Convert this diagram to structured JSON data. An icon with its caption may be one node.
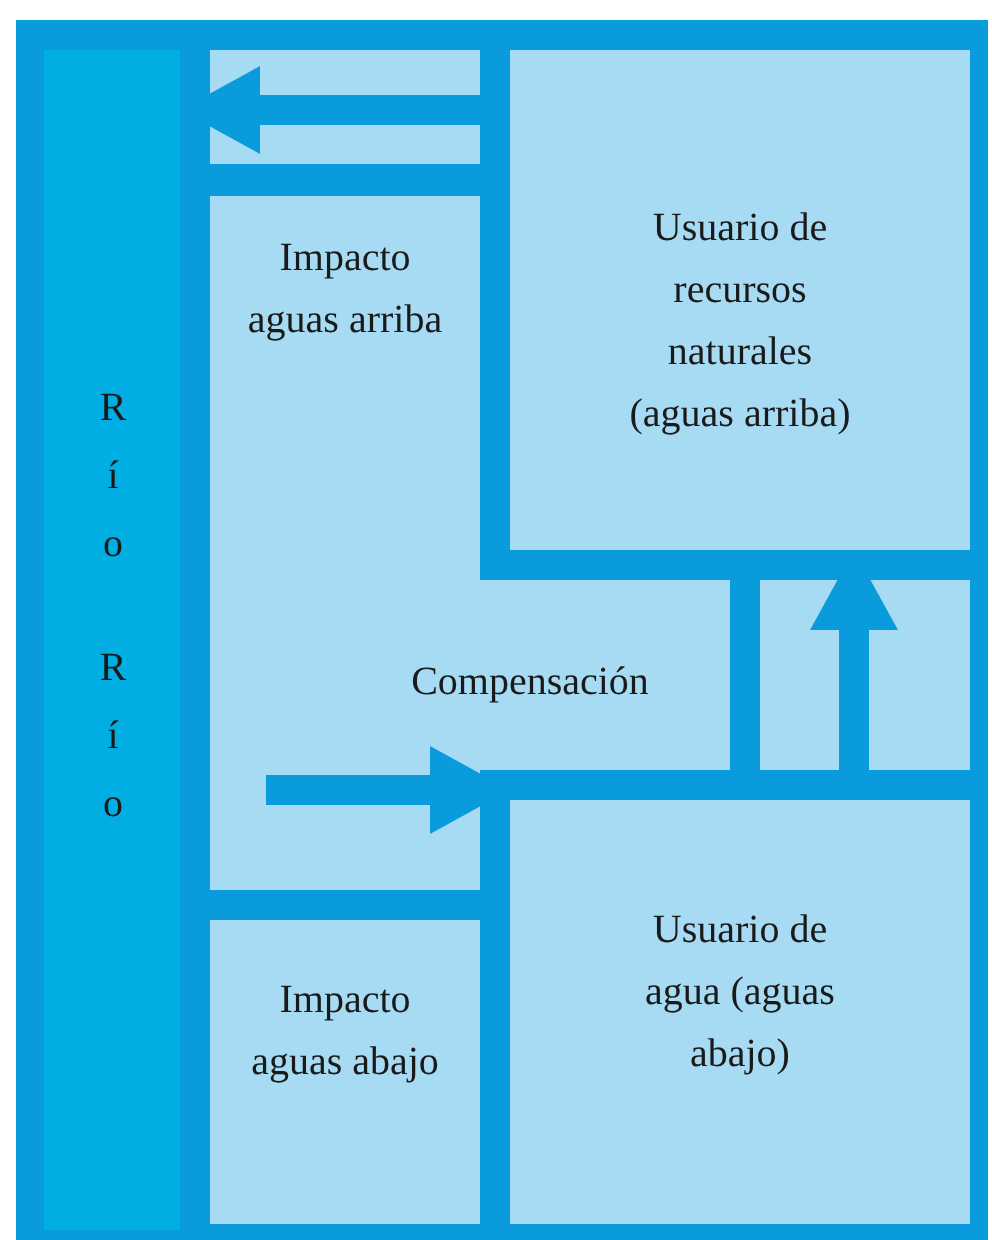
{
  "diagram": {
    "nodes": [
      {
        "text": [
          "Río",
          "Río"
        ]
      },
      {
        "text": [
          "Impacto aguas arriba",
          "Compensación"
        ]
      },
      {
        "text": [
          "Usuario de recursos naturales (aguas arriba)"
        ]
      },
      {
        "text": [
          "Usuario de agua (aguas abajo)"
        ]
      },
      {
        "text": [
          "Impacto aguas abajo"
        ]
      }
    ],
    "edges": [
      {
        "from": 2,
        "to": 0,
        "arrow": "to"
      },
      {
        "from": 1,
        "to": 3,
        "arrow": "to"
      },
      {
        "from": 3,
        "to": 2,
        "arrow": "to"
      }
    ]
  }
}
